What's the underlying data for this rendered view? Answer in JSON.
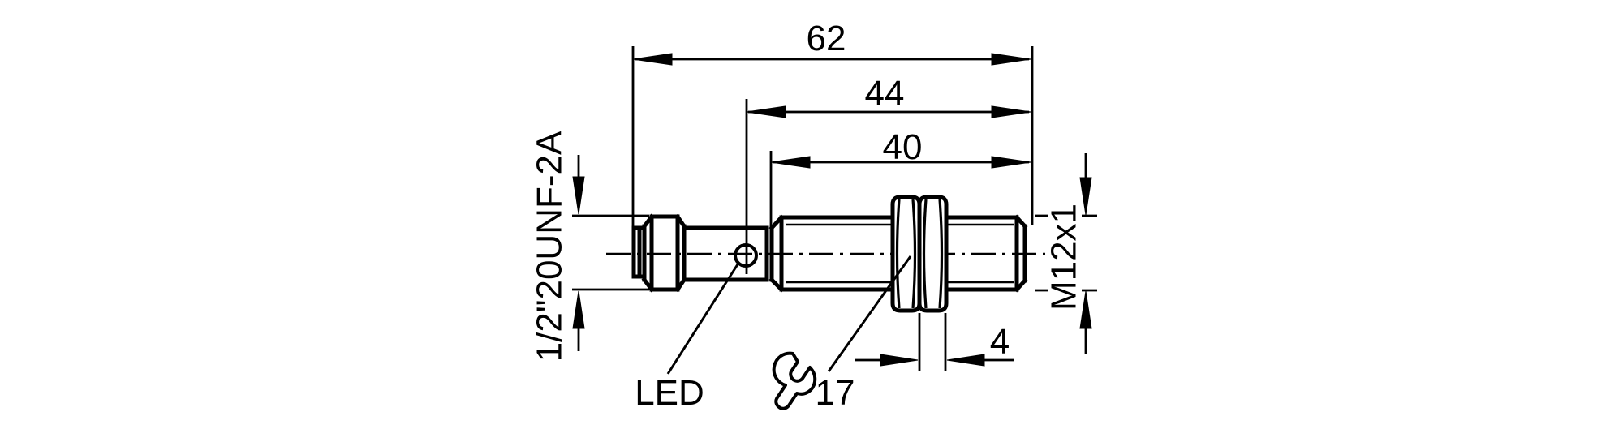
{
  "drawing": {
    "labels": {
      "overall_length": "62",
      "led_offset": "44",
      "thread_length": "40",
      "nut_thickness": "4",
      "wrench_size": "17",
      "led": "LED",
      "connector_thread": "1/2\"20UNF-2A",
      "sensor_thread": "M12x1"
    },
    "colors": {
      "line": "#000000",
      "background": "#ffffff"
    }
  }
}
